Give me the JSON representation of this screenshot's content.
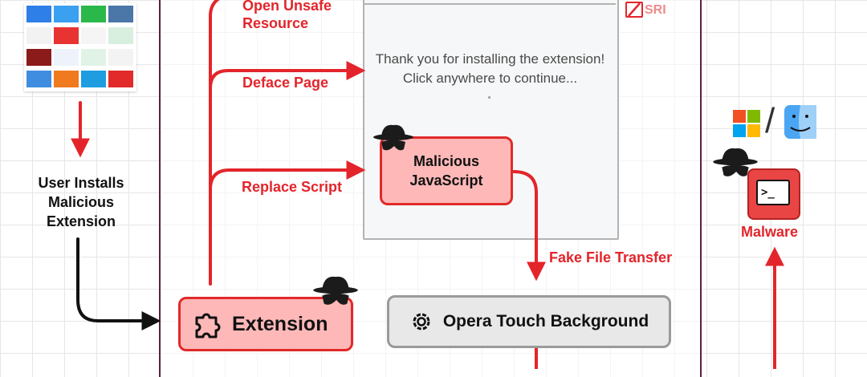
{
  "diagram": {
    "user_installs": [
      "User Installs",
      "Malicious",
      "Extension"
    ],
    "open_unsafe": [
      "Open Unsafe",
      "Resource"
    ],
    "deface_page": "Deface Page",
    "replace_script": "Replace Script",
    "fake_file_transfer": "Fake File Transfer",
    "malware": "Malware",
    "sri": "SRI",
    "message": [
      "Thank you for installing the extension!",
      "Click anywhere to continue..."
    ],
    "malicious_js": [
      "Malicious",
      "JavaScript"
    ],
    "extension": "Extension",
    "opera_touch": "Opera Touch Background",
    "terminal_prompt": ">_",
    "slash": "/"
  },
  "colors": {
    "arrow_red": "#e3252b",
    "node_fill": "#ffb8b8",
    "frame": "#5a2141"
  },
  "icons": [
    "app-grid-icon",
    "spy-icon",
    "puzzle-icon",
    "gear-icon",
    "windows-logo-icon",
    "finder-logo-icon",
    "terminal-icon",
    "sri-icon"
  ]
}
